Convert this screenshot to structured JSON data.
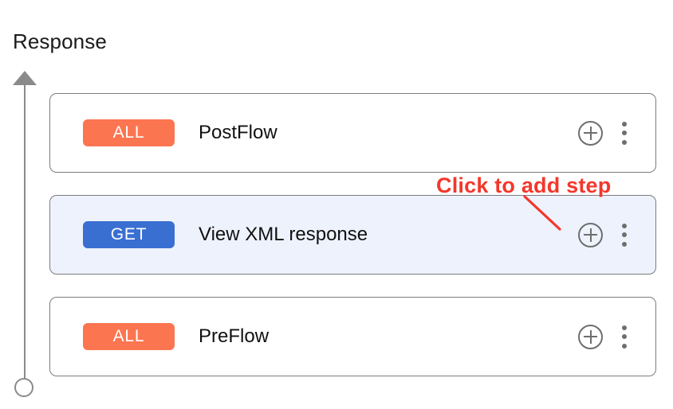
{
  "page": {
    "title": "Response"
  },
  "timeline": {
    "arrow_icon": "arrow-up-icon",
    "endpoint_icon": "circle-endpoint-icon"
  },
  "annotation": {
    "text": "Click to add step",
    "color": "#f4372b"
  },
  "colors": {
    "badge_all": "#fb7551",
    "badge_get": "#3a6fd2",
    "selected_row_background": "#eef2fc",
    "row_border": "#7c7c80",
    "icon_gray": "#6e6e6e"
  },
  "icons": {
    "add_step": "plus-circle-icon",
    "more_options": "kebab-menu-icon"
  },
  "rows": [
    {
      "badge": "ALL",
      "badge_type": "all",
      "label": "PostFlow",
      "selected": false
    },
    {
      "badge": "GET",
      "badge_type": "get",
      "label": "View XML response",
      "selected": true
    },
    {
      "badge": "ALL",
      "badge_type": "all",
      "label": "PreFlow",
      "selected": false
    }
  ]
}
